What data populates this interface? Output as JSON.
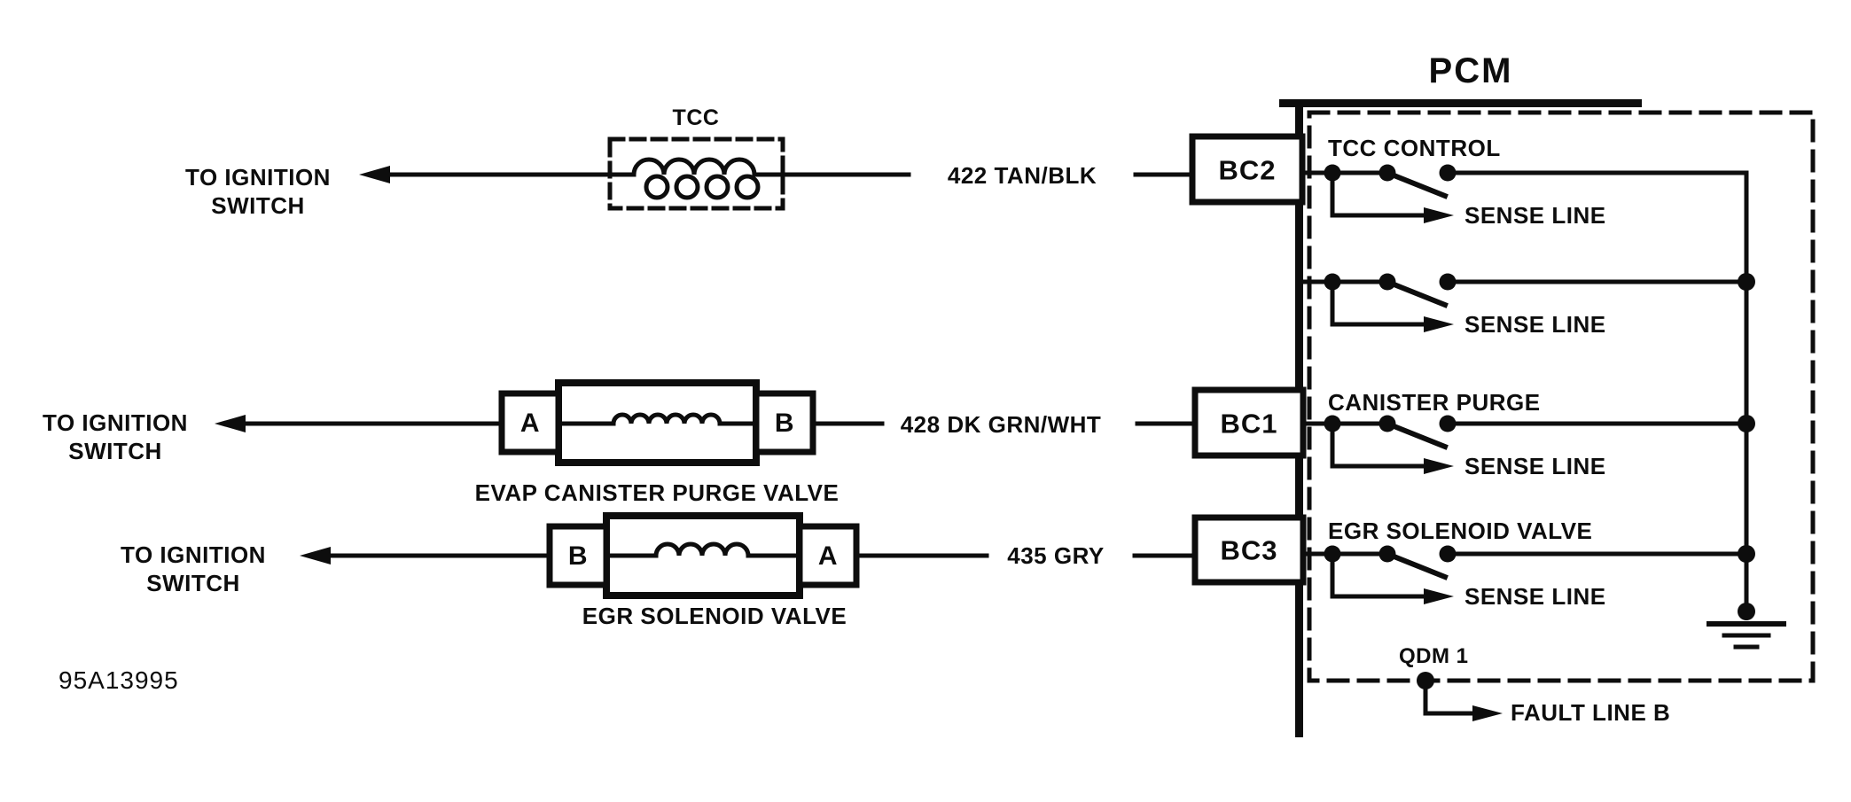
{
  "title": "PCM",
  "id_code": "95A13995",
  "ignition": {
    "line1": "TO IGNITION",
    "line2": "SWITCH"
  },
  "components": {
    "tcc": {
      "label": "TCC"
    },
    "evap": {
      "label": "EVAP CANISTER PURGE VALVE",
      "terminal_left": "A",
      "terminal_right": "B"
    },
    "egr": {
      "label": "EGR SOLENOID VALVE",
      "terminal_left": "B",
      "terminal_right": "A"
    }
  },
  "wires": {
    "tcc": "422 TAN/BLK",
    "evap": "428 DK GRN/WHT",
    "egr": "435 GRY"
  },
  "connectors": {
    "tcc": "BC2",
    "evap": "BC1",
    "egr": "BC3"
  },
  "pcm": {
    "channels": [
      {
        "label": "TCC CONTROL",
        "sense": "SENSE LINE"
      },
      {
        "label": "",
        "sense": "SENSE LINE"
      },
      {
        "label": "CANISTER PURGE",
        "sense": "SENSE LINE"
      },
      {
        "label": "EGR SOLENOID VALVE",
        "sense": "SENSE LINE"
      }
    ],
    "qdm": "QDM 1",
    "fault": "FAULT LINE B"
  },
  "colors": {
    "ink": "#0d0d0d",
    "paper": "#ffffff"
  }
}
